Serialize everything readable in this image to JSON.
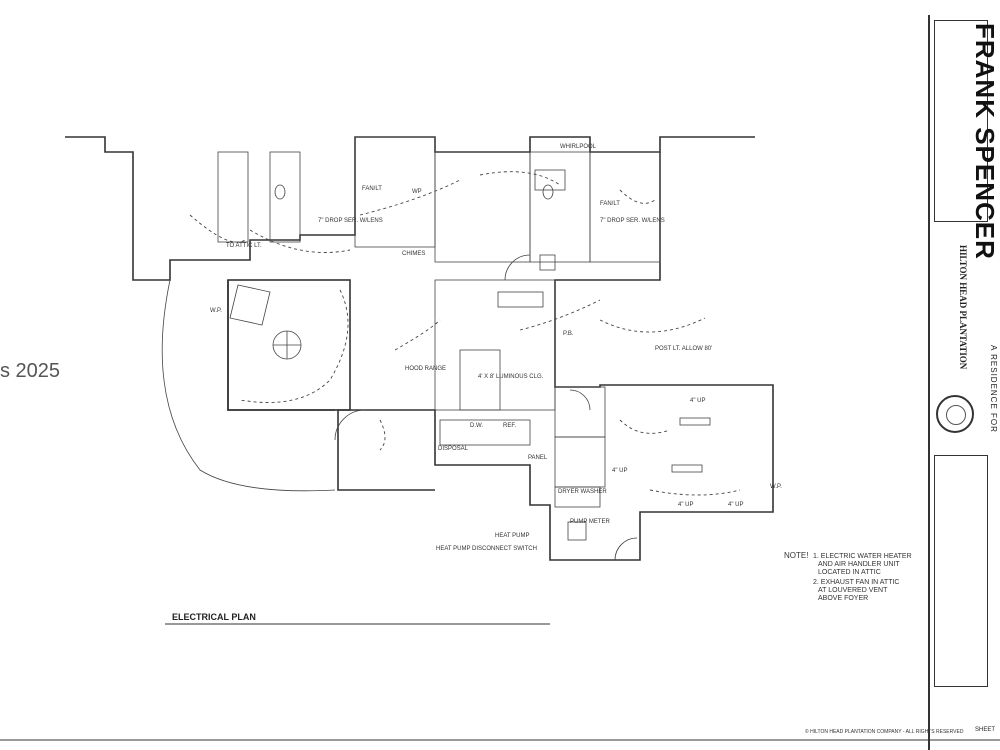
{
  "watermark": "s 2025",
  "title_block": {
    "architect": "FRANK SPENCER",
    "project": "HILTON HEAD PLANTATION",
    "residence": "A RESIDENCE FOR",
    "sheet_label": "SHEET"
  },
  "plan": {
    "title": "ELECTRICAL PLAN",
    "rooms": {
      "whirlpool": "WHIRLPOOL",
      "fan_lt_left": "FAN/LT",
      "fan_lt_right": "FAN/LT",
      "drop_left": "7\" DROP SER. W/LENS",
      "drop_right": "7\" DROP SER. W/LENS",
      "wp_top": "WP",
      "wp_left": "W.P.",
      "wp_right": "W.P.",
      "to_attic": "TO ATTIC LT.",
      "chimes": "CHIMES",
      "hood_range": "HOOD RANGE",
      "luminous": "4' X 8' LUMINOUS CLG.",
      "pb": "P.B.",
      "post_lt": "POST LT. ALLOW 80'",
      "disposal": "DISPOSAL",
      "dw": "D.W.",
      "ref": "REF.",
      "panel": "PANEL",
      "dryer_washer": "DRYER  WASHER",
      "pump_meter": "PUMP METER",
      "heat_pump": "HEAT PUMP",
      "heat_pump_disc": "HEAT PUMP DISCONNECT SWITCH",
      "up1": "4\" UP",
      "up2": "4\" UP",
      "up3": "4\" UP",
      "up4": "4\" UP"
    },
    "notes": {
      "heading": "NOTE!",
      "line1": "1. ELECTRIC WATER HEATER",
      "line2": "AND AIR HANDLER UNIT",
      "line3": "LOCATED IN ATTIC",
      "line4": "2. EXHAUST FAN IN ATTIC",
      "line5": "AT LOUVERED VENT",
      "line6": "ABOVE FOYER"
    },
    "copyright": "© HILTON HEAD PLANTATION COMPANY - ALL RIGHTS RESERVED"
  }
}
